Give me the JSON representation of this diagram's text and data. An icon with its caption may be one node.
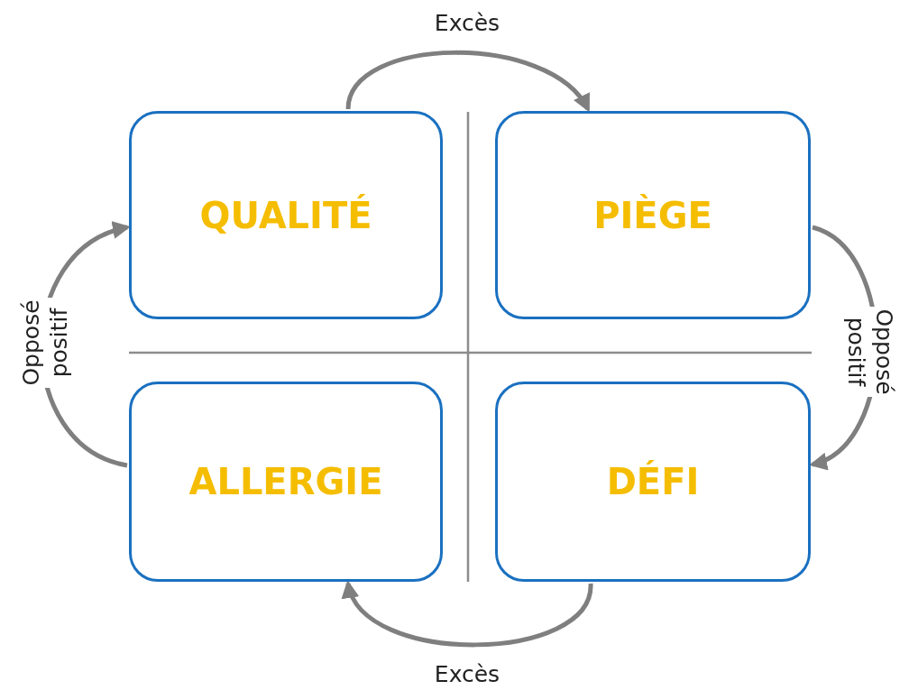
{
  "diagram": {
    "nodes": [
      {
        "text": [
          "QUALITÉ"
        ]
      },
      {
        "text": [
          "PIÈGE"
        ]
      },
      {
        "text": [
          "ALLERGIE"
        ]
      },
      {
        "text": [
          "DÉFI"
        ]
      }
    ],
    "edges": [
      {
        "from": 0,
        "to": 1,
        "arrow": "to",
        "label": "Excès"
      },
      {
        "from": 1,
        "to": 3,
        "arrow": "to",
        "label": "Opposé positif"
      },
      {
        "from": 3,
        "to": 2,
        "arrow": "to",
        "label": "Excès"
      },
      {
        "from": 2,
        "to": 0,
        "arrow": "to",
        "label": "Opposé positif"
      }
    ]
  }
}
